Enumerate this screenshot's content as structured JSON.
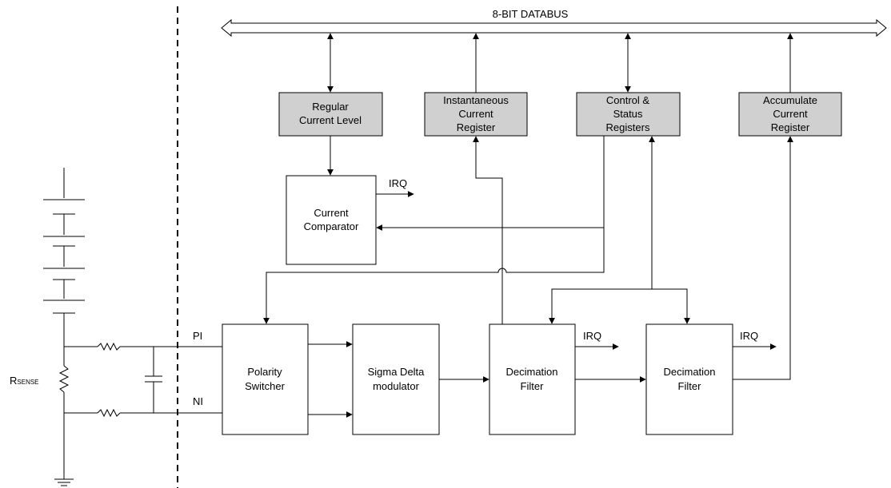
{
  "databus": {
    "label": "8-BIT DATABUS"
  },
  "blocks": {
    "regular_current_level": {
      "line1": "Regular",
      "line2": "Current Level",
      "fill": "#d0d0d0"
    },
    "instantaneous_current_register": {
      "line1": "Instantaneous",
      "line2": "Current",
      "line3": "Register",
      "fill": "#d0d0d0"
    },
    "control_status_registers": {
      "line1": "Control &",
      "line2": "Status",
      "line3": "Registers",
      "fill": "#d0d0d0"
    },
    "accumulate_current_register": {
      "line1": "Accumulate",
      "line2": "Current",
      "line3": "Register",
      "fill": "#d0d0d0"
    },
    "current_comparator": {
      "line1": "Current",
      "line2": "Comparator",
      "fill": "#ffffff"
    },
    "polarity_switcher": {
      "line1": "Polarity",
      "line2": "Switcher",
      "fill": "#ffffff"
    },
    "sigma_delta_modulator": {
      "line1": "Sigma Delta",
      "line2": "modulator",
      "fill": "#ffffff"
    },
    "decimation_filter_1": {
      "line1": "Decimation",
      "line2": "Filter",
      "fill": "#ffffff"
    },
    "decimation_filter_2": {
      "line1": "Decimation",
      "line2": "Filter",
      "fill": "#ffffff"
    }
  },
  "signals": {
    "irq_comparator": "IRQ",
    "irq_filter_1": "IRQ",
    "irq_filter_2": "IRQ",
    "pi": "PI",
    "ni": "NI"
  },
  "external": {
    "rsense_main": "R",
    "rsense_sub": "SENSE"
  }
}
